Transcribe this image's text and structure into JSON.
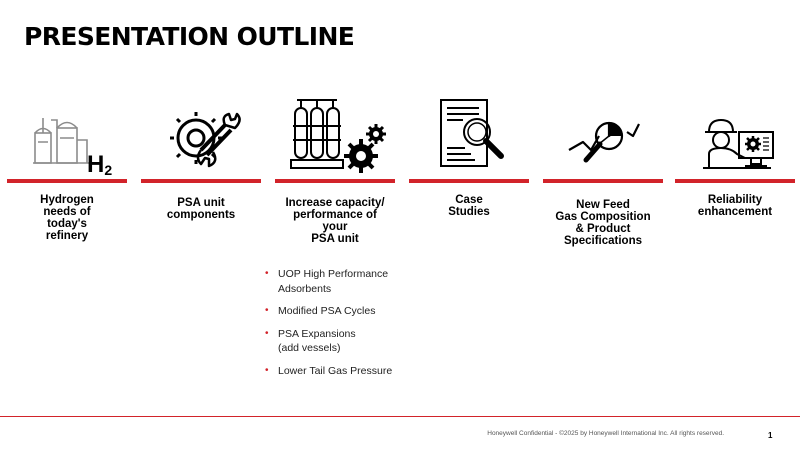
{
  "slide": {
    "title": "PRESENTATION OUTLINE"
  },
  "steps": [
    {
      "icon": "refinery-hydrogen-icon",
      "label_lines": [
        "Hydrogen",
        "needs of",
        "today's",
        "refinery"
      ],
      "h2_text": "H",
      "h2_sub": "2"
    },
    {
      "icon": "gear-wrench-icon",
      "label_lines": [
        "PSA unit",
        "components"
      ]
    },
    {
      "icon": "psa-vessels-gears-icon",
      "label_lines": [
        "Increase capacity/",
        "performance of",
        "your",
        "PSA unit"
      ]
    },
    {
      "icon": "document-magnifier-icon",
      "label_lines": [
        "Case",
        "Studies"
      ]
    },
    {
      "icon": "chart-magnifier-icon",
      "label_lines": [
        "New Feed",
        "Gas Composition",
        "& Product",
        "Specifications"
      ]
    },
    {
      "icon": "engineer-monitor-icon",
      "label_lines": [
        "Reliability",
        "enhancement"
      ]
    }
  ],
  "bullets": [
    [
      "UOP High Performance",
      "Adsorbents"
    ],
    [
      "Modified PSA Cycles"
    ],
    [
      "PSA Expansions",
      "(add vessels)"
    ],
    [
      "Lower Tail Gas Pressure"
    ]
  ],
  "footer": {
    "confidential": "Honeywell Confidential - ©2025 by Honeywell International Inc. All rights reserved.",
    "page_number": "1"
  },
  "colors": {
    "accent": "#d2232a",
    "text": "#000000",
    "icon_gray": "#8c8c8c"
  }
}
